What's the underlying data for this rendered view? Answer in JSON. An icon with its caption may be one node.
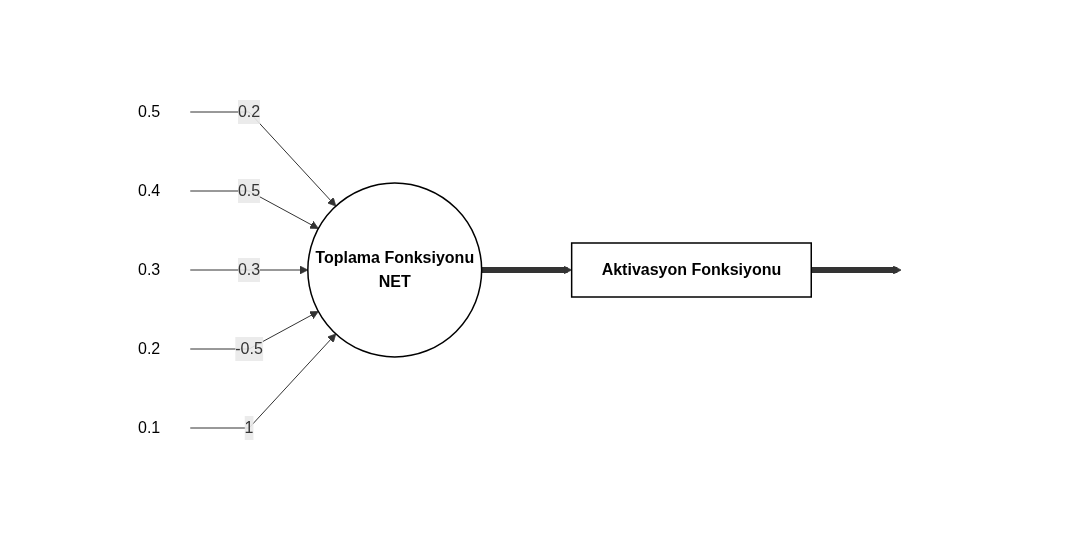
{
  "diagram": {
    "nodes": [
      {
        "text": [
          "0.5"
        ]
      },
      {
        "text": [
          "0.4"
        ]
      },
      {
        "text": [
          "0.3"
        ]
      },
      {
        "text": [
          "0.2"
        ]
      },
      {
        "text": [
          "0.1"
        ]
      },
      {
        "text": [
          "Toplama Fonksiyonu",
          "NET"
        ]
      },
      {
        "text": [
          "Aktivasyon Fonksiyonu"
        ]
      }
    ],
    "edges": [
      {
        "from": 0,
        "to": 5,
        "arrow": "to",
        "label": "0.2"
      },
      {
        "from": 1,
        "to": 5,
        "arrow": "to",
        "label": "0.5"
      },
      {
        "from": 2,
        "to": 5,
        "arrow": "to",
        "label": "0.3"
      },
      {
        "from": 3,
        "to": 5,
        "arrow": "to",
        "label": "-0.5"
      },
      {
        "from": 4,
        "to": 5,
        "arrow": "to",
        "label": "1"
      },
      {
        "from": 5,
        "to": 6,
        "arrow": "to",
        "style": "thick"
      },
      {
        "from": 6,
        "to": null,
        "arrow": "to",
        "style": "thick"
      }
    ]
  }
}
